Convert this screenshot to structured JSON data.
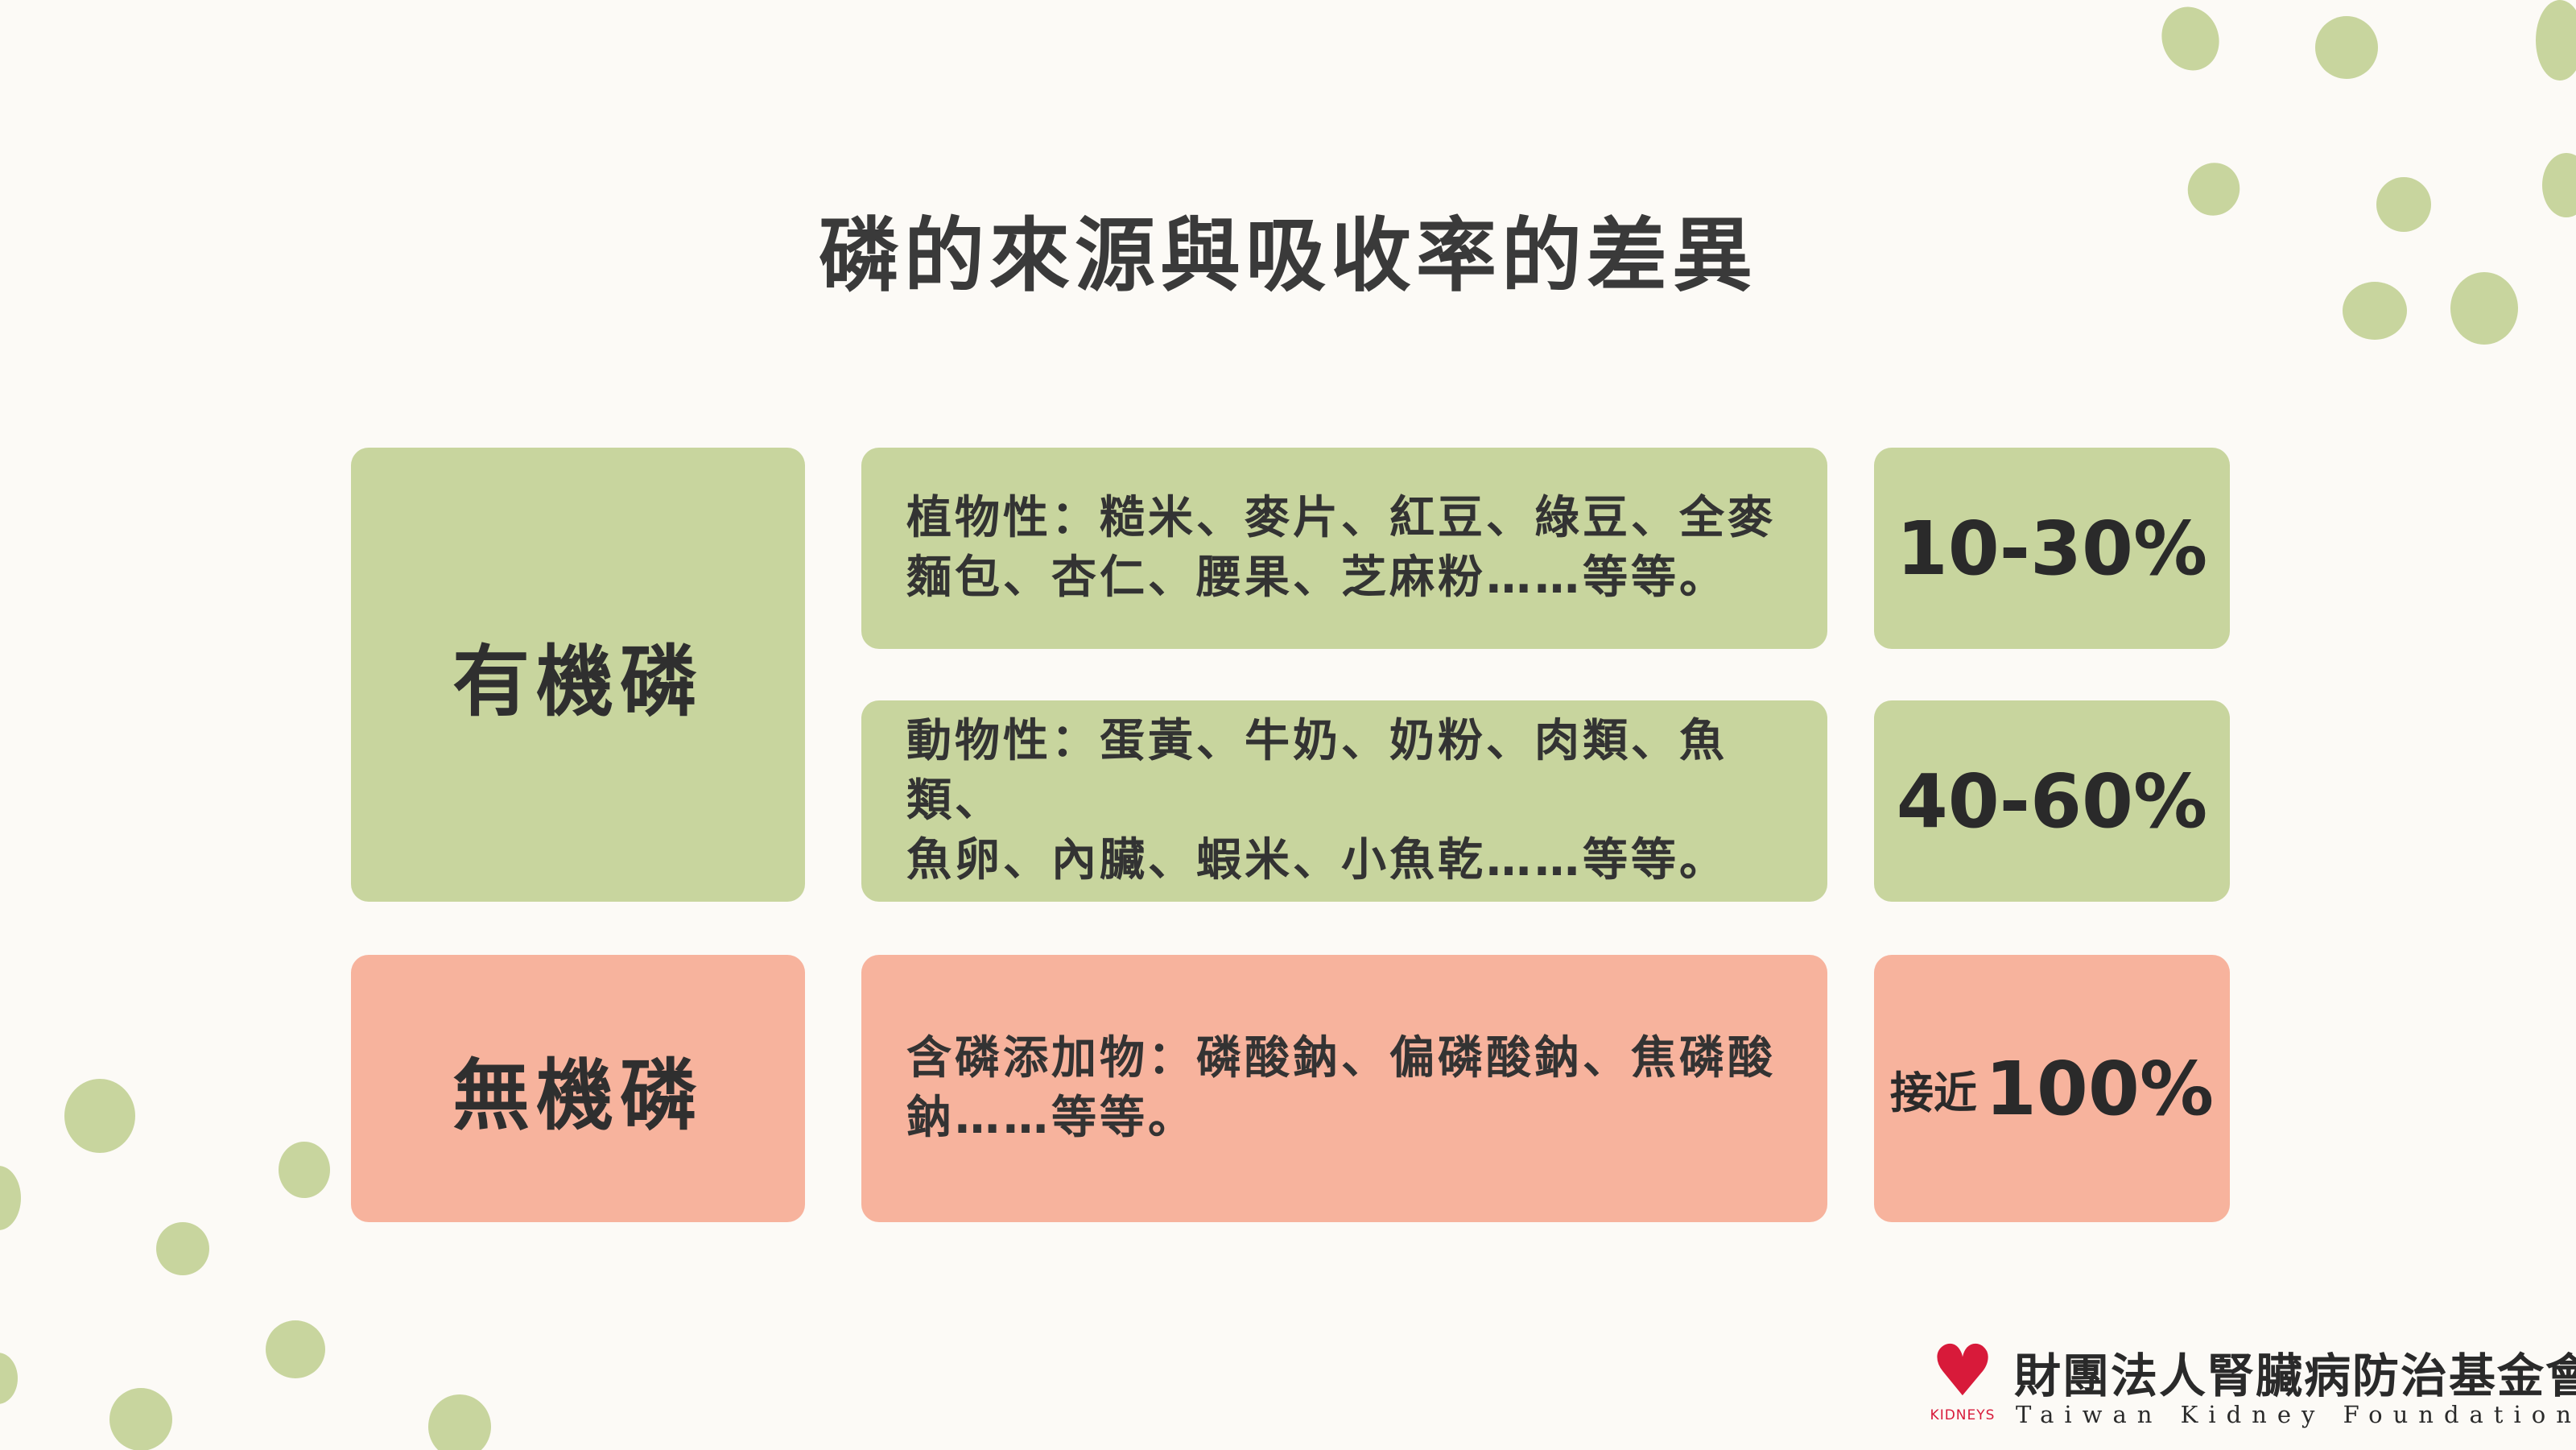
{
  "title": "磷的來源與吸收率的差異",
  "rows": {
    "organic": {
      "label": "有機磷",
      "plant": {
        "line1": "植物性：糙米、麥片、紅豆、綠豆、全麥",
        "line2": "麵包、杏仁、腰果、芝麻粉……等等。",
        "rate": "10-30%"
      },
      "animal": {
        "line1": "動物性：蛋黃、牛奶、奶粉、肉類、魚類、",
        "line2": "魚卵、內臟、蝦米、小魚乾……等等。",
        "rate": "40-60%"
      }
    },
    "inorganic": {
      "label": "無機磷",
      "additive": {
        "line1": "含磷添加物：磷酸鈉、偏磷酸鈉、焦磷酸",
        "line2": "鈉……等等。",
        "rate_prefix": "接近",
        "rate": "100%"
      }
    }
  },
  "logo": {
    "badge_text": "KIDNEYS",
    "name_zh": "財團法人腎臟病防治基金會",
    "name_en": "Taiwan Kidney Foundation"
  },
  "colors": {
    "green": "#c8d59e",
    "pink": "#f7b39d",
    "background": "#fcfaf6",
    "logo_red": "#d81a3a"
  },
  "icons": [
    "heart-icon"
  ]
}
